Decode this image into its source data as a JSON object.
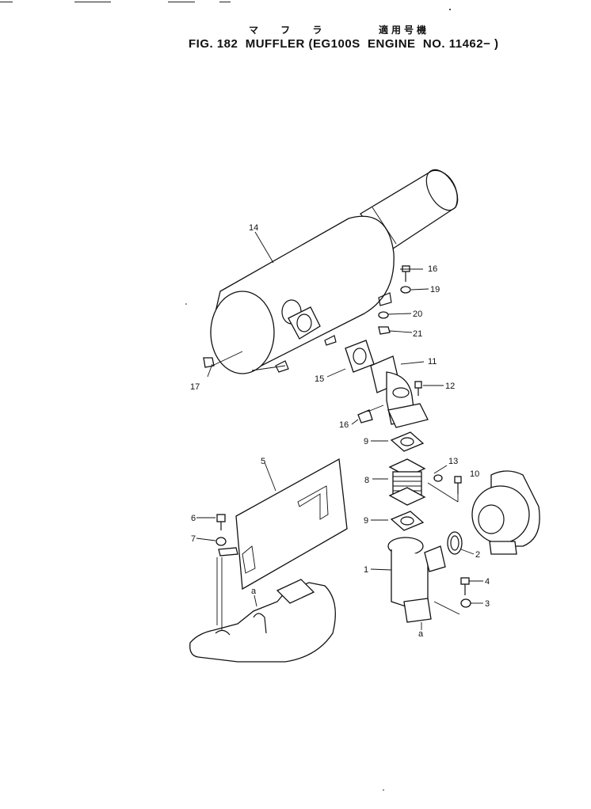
{
  "header": {
    "title_jp_left": "マ フ ラ",
    "title_jp_right": "適用号機",
    "title_en": "FIG. 182  MUFFLER (EG100S  ENGINE  NO. 11462− )"
  },
  "callouts": {
    "p1": "1",
    "p2": "2",
    "p3": "3",
    "p4": "4",
    "p5": "5",
    "p6": "6",
    "p7": "7",
    "p8": "8",
    "p9a": "9",
    "p9b": "9",
    "p10": "10",
    "p11": "11",
    "p12": "12",
    "p13": "13",
    "p14": "14",
    "p15": "15",
    "p16a": "16",
    "p16b": "16",
    "p17": "17",
    "p19": "19",
    "p20": "20",
    "p21": "21",
    "a_left": "a",
    "a_right": "a"
  }
}
